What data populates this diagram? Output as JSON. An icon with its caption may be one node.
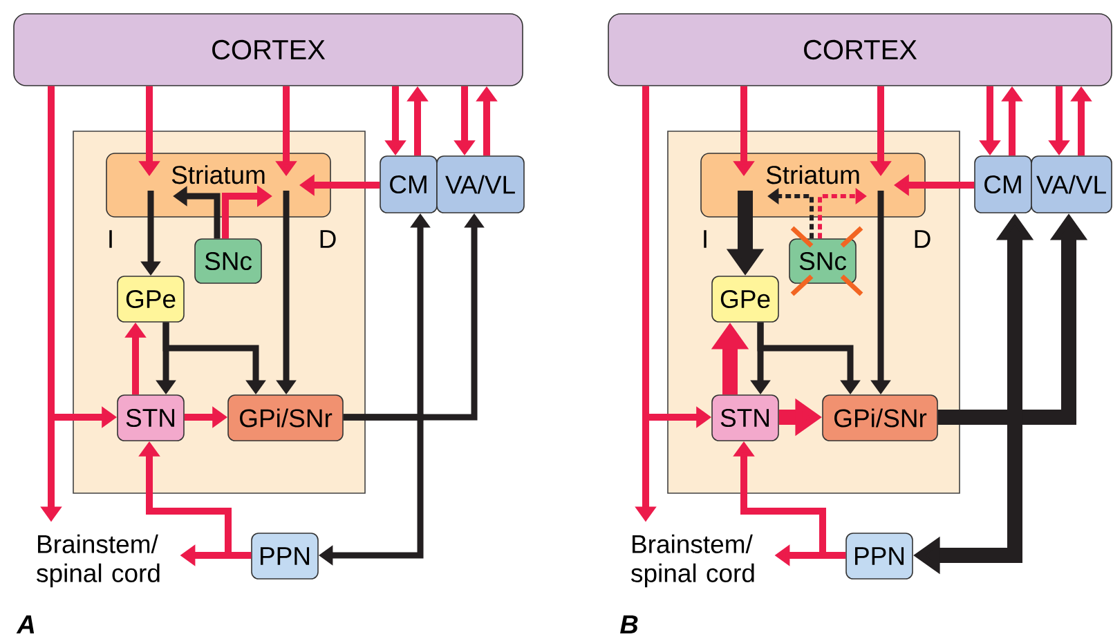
{
  "diagram": {
    "nodes": [
      {
        "text": [
          "CORTEX"
        ]
      },
      {
        "text": [],
        "shape": "box"
      },
      {
        "text": [
          "Striatum"
        ],
        "in": 1,
        "beside": [
          "I",
          "D"
        ]
      },
      {
        "text": [
          "SNc"
        ],
        "in": 1
      },
      {
        "text": [
          "GPe"
        ],
        "in": 1
      },
      {
        "text": [
          "STN"
        ],
        "in": 1
      },
      {
        "text": [
          "GPi/SNr"
        ],
        "in": 1
      },
      {
        "text": [
          "CM"
        ]
      },
      {
        "text": [
          "VA/VL"
        ]
      },
      {
        "text": [
          "Brainstem/ spinal cord"
        ]
      },
      {
        "text": [
          "PPN"
        ]
      },
      {
        "text": [
          "CORTEX"
        ]
      },
      {
        "text": [],
        "shape": "box"
      },
      {
        "text": [
          "Striatum"
        ],
        "in": 12,
        "beside": [
          "I",
          "D"
        ]
      },
      {
        "text": [
          "SNc"
        ],
        "in": 12
      },
      {
        "text": [
          "GPe"
        ],
        "in": 12
      },
      {
        "text": [
          "STN"
        ],
        "in": 12
      },
      {
        "text": [
          "GPi/SNr"
        ],
        "in": 12
      },
      {
        "text": [
          "CM"
        ]
      },
      {
        "text": [
          "VA/VL"
        ]
      },
      {
        "text": [
          "Brainstem/ spinal cord"
        ]
      },
      {
        "text": [
          "PPN"
        ]
      }
    ],
    "edges": [
      {
        "from": 0,
        "to": 2,
        "arrow": "to"
      },
      {
        "from": 0,
        "to": 2,
        "arrow": "to"
      },
      {
        "from": 0,
        "to": 9,
        "arrow": "to"
      },
      {
        "from": 0,
        "to": 5,
        "arrow": "to"
      },
      {
        "from": 0,
        "to": 7,
        "arrow": "to"
      },
      {
        "from": 7,
        "to": 0,
        "arrow": "to"
      },
      {
        "from": 0,
        "to": 8,
        "arrow": "to"
      },
      {
        "from": 8,
        "to": 0,
        "arrow": "to"
      },
      {
        "from": 7,
        "to": 2,
        "arrow": "to"
      },
      {
        "from": 3,
        "to": 2,
        "arrow": "to",
        "color": "#231f20"
      },
      {
        "from": 3,
        "to": 2,
        "arrow": "to"
      },
      {
        "from": 2,
        "to": 4,
        "arrow": "to",
        "color": "#231f20"
      },
      {
        "from": 2,
        "to": 6,
        "arrow": "to",
        "color": "#231f20"
      },
      {
        "from": 4,
        "to": 5,
        "arrow": "to",
        "color": "#231f20"
      },
      {
        "from": 4,
        "to": 6,
        "arrow": "to",
        "color": "#231f20"
      },
      {
        "from": 5,
        "to": 4,
        "arrow": "to"
      },
      {
        "from": 5,
        "to": 6,
        "arrow": "to"
      },
      {
        "from": 6,
        "to": 7,
        "arrow": "to",
        "color": "#231f20"
      },
      {
        "from": 6,
        "to": 8,
        "arrow": "to",
        "color": "#231f20"
      },
      {
        "from": 6,
        "to": 10,
        "arrow": "to",
        "color": "#231f20"
      },
      {
        "from": 10,
        "to": 5,
        "arrow": "to"
      },
      {
        "from": 10,
        "to": 9,
        "arrow": "to"
      },
      {
        "from": 11,
        "to": 13,
        "arrow": "to"
      },
      {
        "from": 11,
        "to": 13,
        "arrow": "to"
      },
      {
        "from": 11,
        "to": 20,
        "arrow": "to"
      },
      {
        "from": 11,
        "to": 16,
        "arrow": "to"
      },
      {
        "from": 11,
        "to": 18,
        "arrow": "to"
      },
      {
        "from": 18,
        "to": 11,
        "arrow": "to"
      },
      {
        "from": 11,
        "to": 19,
        "arrow": "to"
      },
      {
        "from": 19,
        "to": 11,
        "arrow": "to"
      },
      {
        "from": 18,
        "to": 13,
        "arrow": "to"
      },
      {
        "from": 14,
        "to": 13,
        "arrow": "to",
        "style": "dashed",
        "color": "#231f20"
      },
      {
        "from": 14,
        "to": 13,
        "arrow": "to",
        "style": "dashed"
      },
      {
        "from": 13,
        "to": 15,
        "arrow": "to",
        "style": "thick",
        "color": "#231f20"
      },
      {
        "from": 13,
        "to": 17,
        "arrow": "to",
        "color": "#231f20"
      },
      {
        "from": 15,
        "to": 16,
        "arrow": "to",
        "color": "#231f20"
      },
      {
        "from": 15,
        "to": 17,
        "arrow": "to",
        "color": "#231f20"
      },
      {
        "from": 16,
        "to": 15,
        "arrow": "to",
        "style": "thick"
      },
      {
        "from": 16,
        "to": 17,
        "arrow": "to",
        "style": "thick"
      },
      {
        "from": 17,
        "to": 18,
        "arrow": "to",
        "style": "thick",
        "color": "#231f20"
      },
      {
        "from": 17,
        "to": 19,
        "arrow": "to",
        "style": "thick",
        "color": "#231f20"
      },
      {
        "from": 17,
        "to": 21,
        "arrow": "to",
        "style": "thick",
        "color": "#231f20"
      },
      {
        "from": 21,
        "to": 16,
        "arrow": "to"
      },
      {
        "from": 21,
        "to": 20,
        "arrow": "to"
      }
    ],
    "labels": [
      "A",
      "B"
    ]
  }
}
